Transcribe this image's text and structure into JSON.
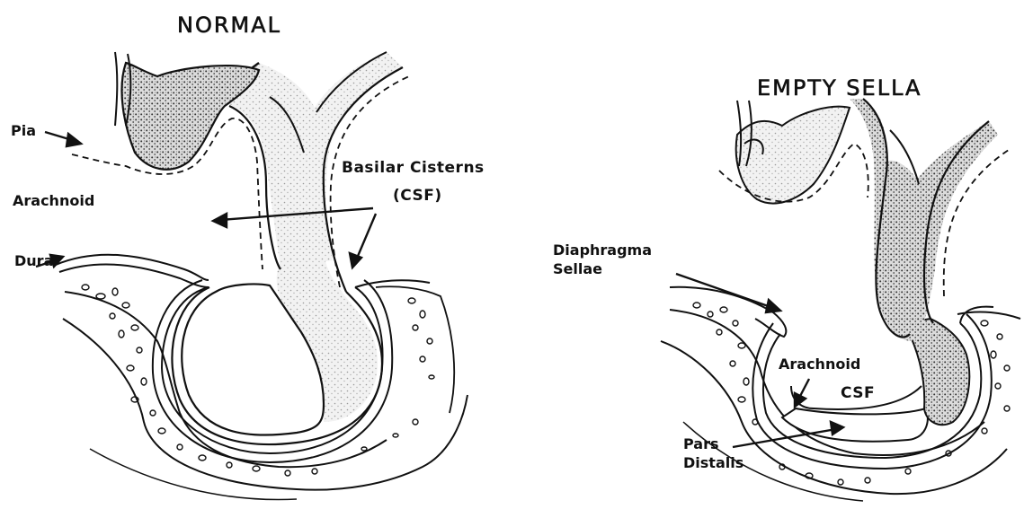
{
  "normal": {
    "title": "NORMAL",
    "labels": {
      "pia": "Pia",
      "arachnoid": "Arachnoid",
      "dura": "Dura",
      "basilar_cisterns": "Basilar Cisterns",
      "csf_paren": "(CSF)"
    }
  },
  "empty_sella": {
    "title": "EMPTY SELLA",
    "labels": {
      "diaphragma": "Diaphragma",
      "sellae": "Sellae",
      "arachnoid": "Arachnoid",
      "csf": "CSF",
      "pars": "Pars",
      "distalis": "Distalis"
    }
  },
  "colors": {
    "ink": "#111111",
    "stipple": "#9a9a9a",
    "background": "#ffffff"
  }
}
